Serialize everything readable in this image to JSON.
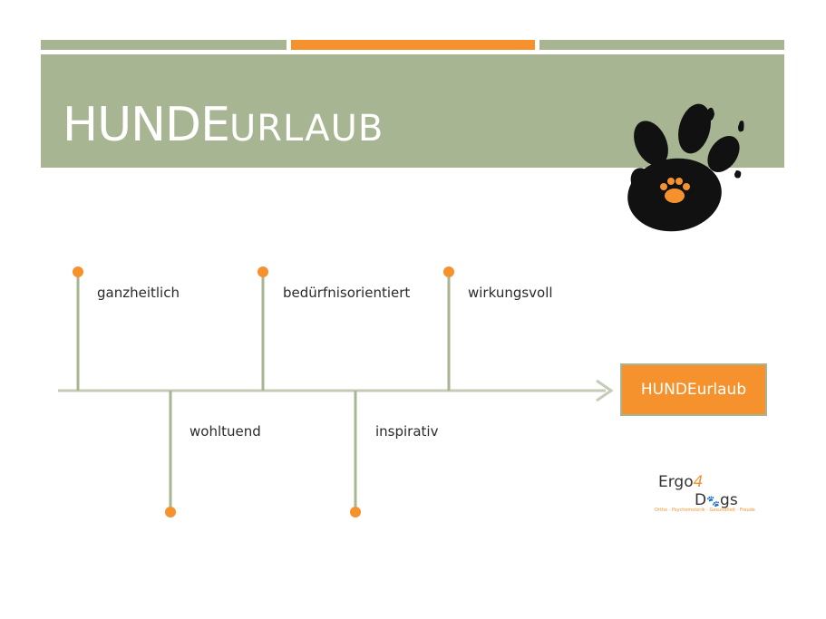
{
  "header": {
    "title_big": "HUNDE",
    "title_small": "URLAUB"
  },
  "timeline": {
    "above": [
      "ganzheitlich",
      "bedürfnisorientiert",
      "wirkungsvoll"
    ],
    "below": [
      "wohltuend",
      "inspirativ"
    ],
    "end_label": "HUNDEurlaub"
  },
  "logo": {
    "text_main": "Ergo",
    "text_num": "4",
    "text_d": "D",
    "text_end": "gs",
    "tagline": "Ortho · Psychomotorik · Gesundheit · Freude"
  },
  "colors": {
    "accent": "#f5922e",
    "sage": "#a8b592"
  }
}
